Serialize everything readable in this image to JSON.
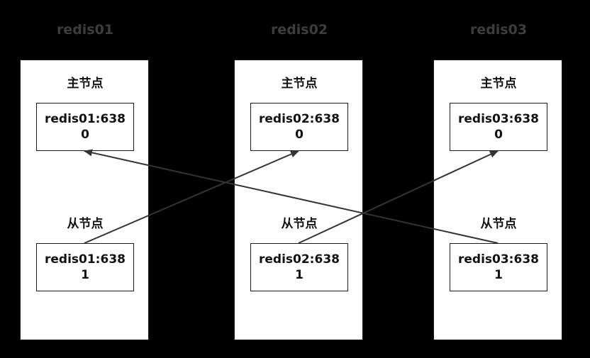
{
  "servers": [
    {
      "name": "redis01",
      "master_label": "主节点",
      "master_node": "redis01:6380",
      "slave_label": "从节点",
      "slave_node": "redis01:6381"
    },
    {
      "name": "redis02",
      "master_label": "主节点",
      "master_node": "redis02:6380",
      "slave_label": "从节点",
      "slave_node": "redis02:6381"
    },
    {
      "name": "redis03",
      "master_label": "主节点",
      "master_node": "redis03:6380",
      "slave_label": "从节点",
      "slave_node": "redis03:6381"
    }
  ],
  "replication_links": [
    {
      "from": "redis01:6381",
      "to": "redis02:6380"
    },
    {
      "from": "redis02:6381",
      "to": "redis03:6380"
    },
    {
      "from": "redis03:6381",
      "to": "redis01:6380"
    }
  ],
  "colors": {
    "background": "#000000",
    "panel": "#ffffff",
    "line": "#333333",
    "server_title": "#3d3d3d"
  }
}
